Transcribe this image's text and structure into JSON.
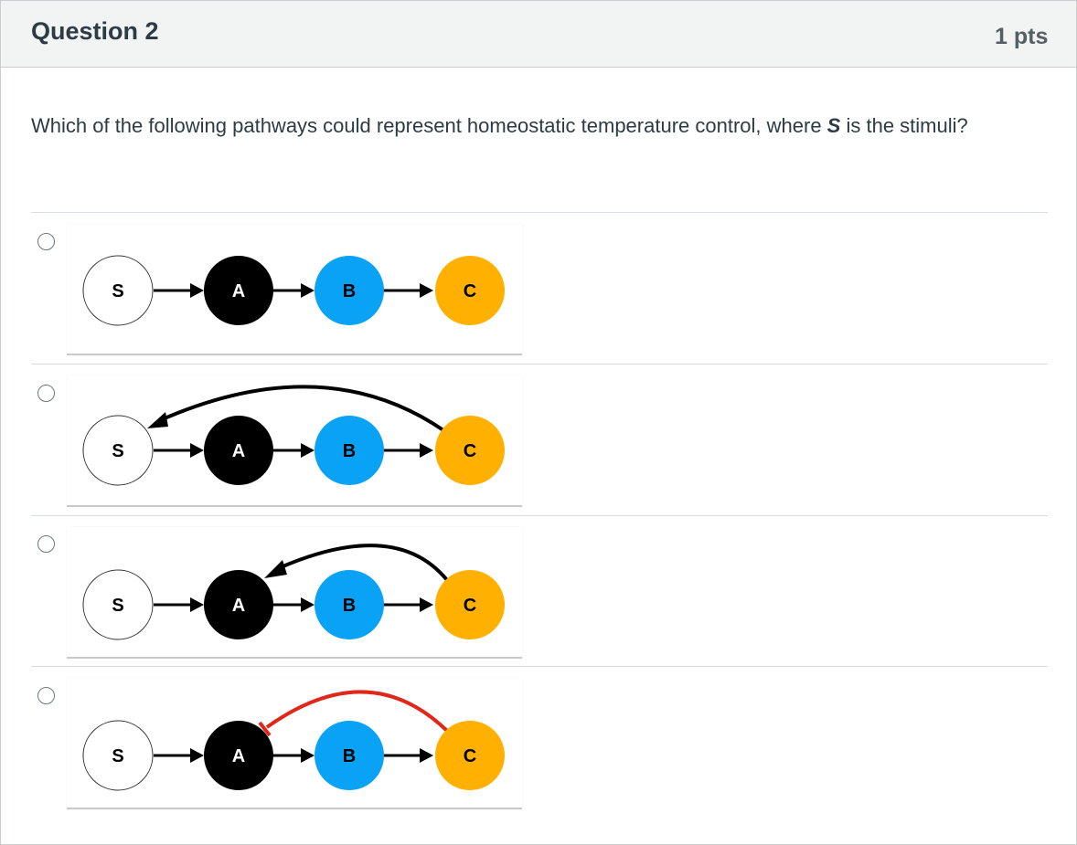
{
  "question": {
    "title": "Question 2",
    "points": "1 pts",
    "text_before": "Which of the following pathways could represent homeostatic temperature control, where ",
    "text_emphasis": "S",
    "text_after": " is the stimuli?"
  },
  "nodes": {
    "s": "S",
    "a": "A",
    "b": "B",
    "c": "C"
  },
  "colors": {
    "s_fill": "#ffffff",
    "a_fill": "#000000",
    "b_fill": "#0aa2f5",
    "c_fill": "#ffb000",
    "arrow": "#000000",
    "inhibit": "#e0271a"
  },
  "options": [
    {
      "feedback": "none"
    },
    {
      "feedback": "C-to-S arrow"
    },
    {
      "feedback": "C-to-A arrow"
    },
    {
      "feedback": "C-to-A inhibition"
    }
  ]
}
